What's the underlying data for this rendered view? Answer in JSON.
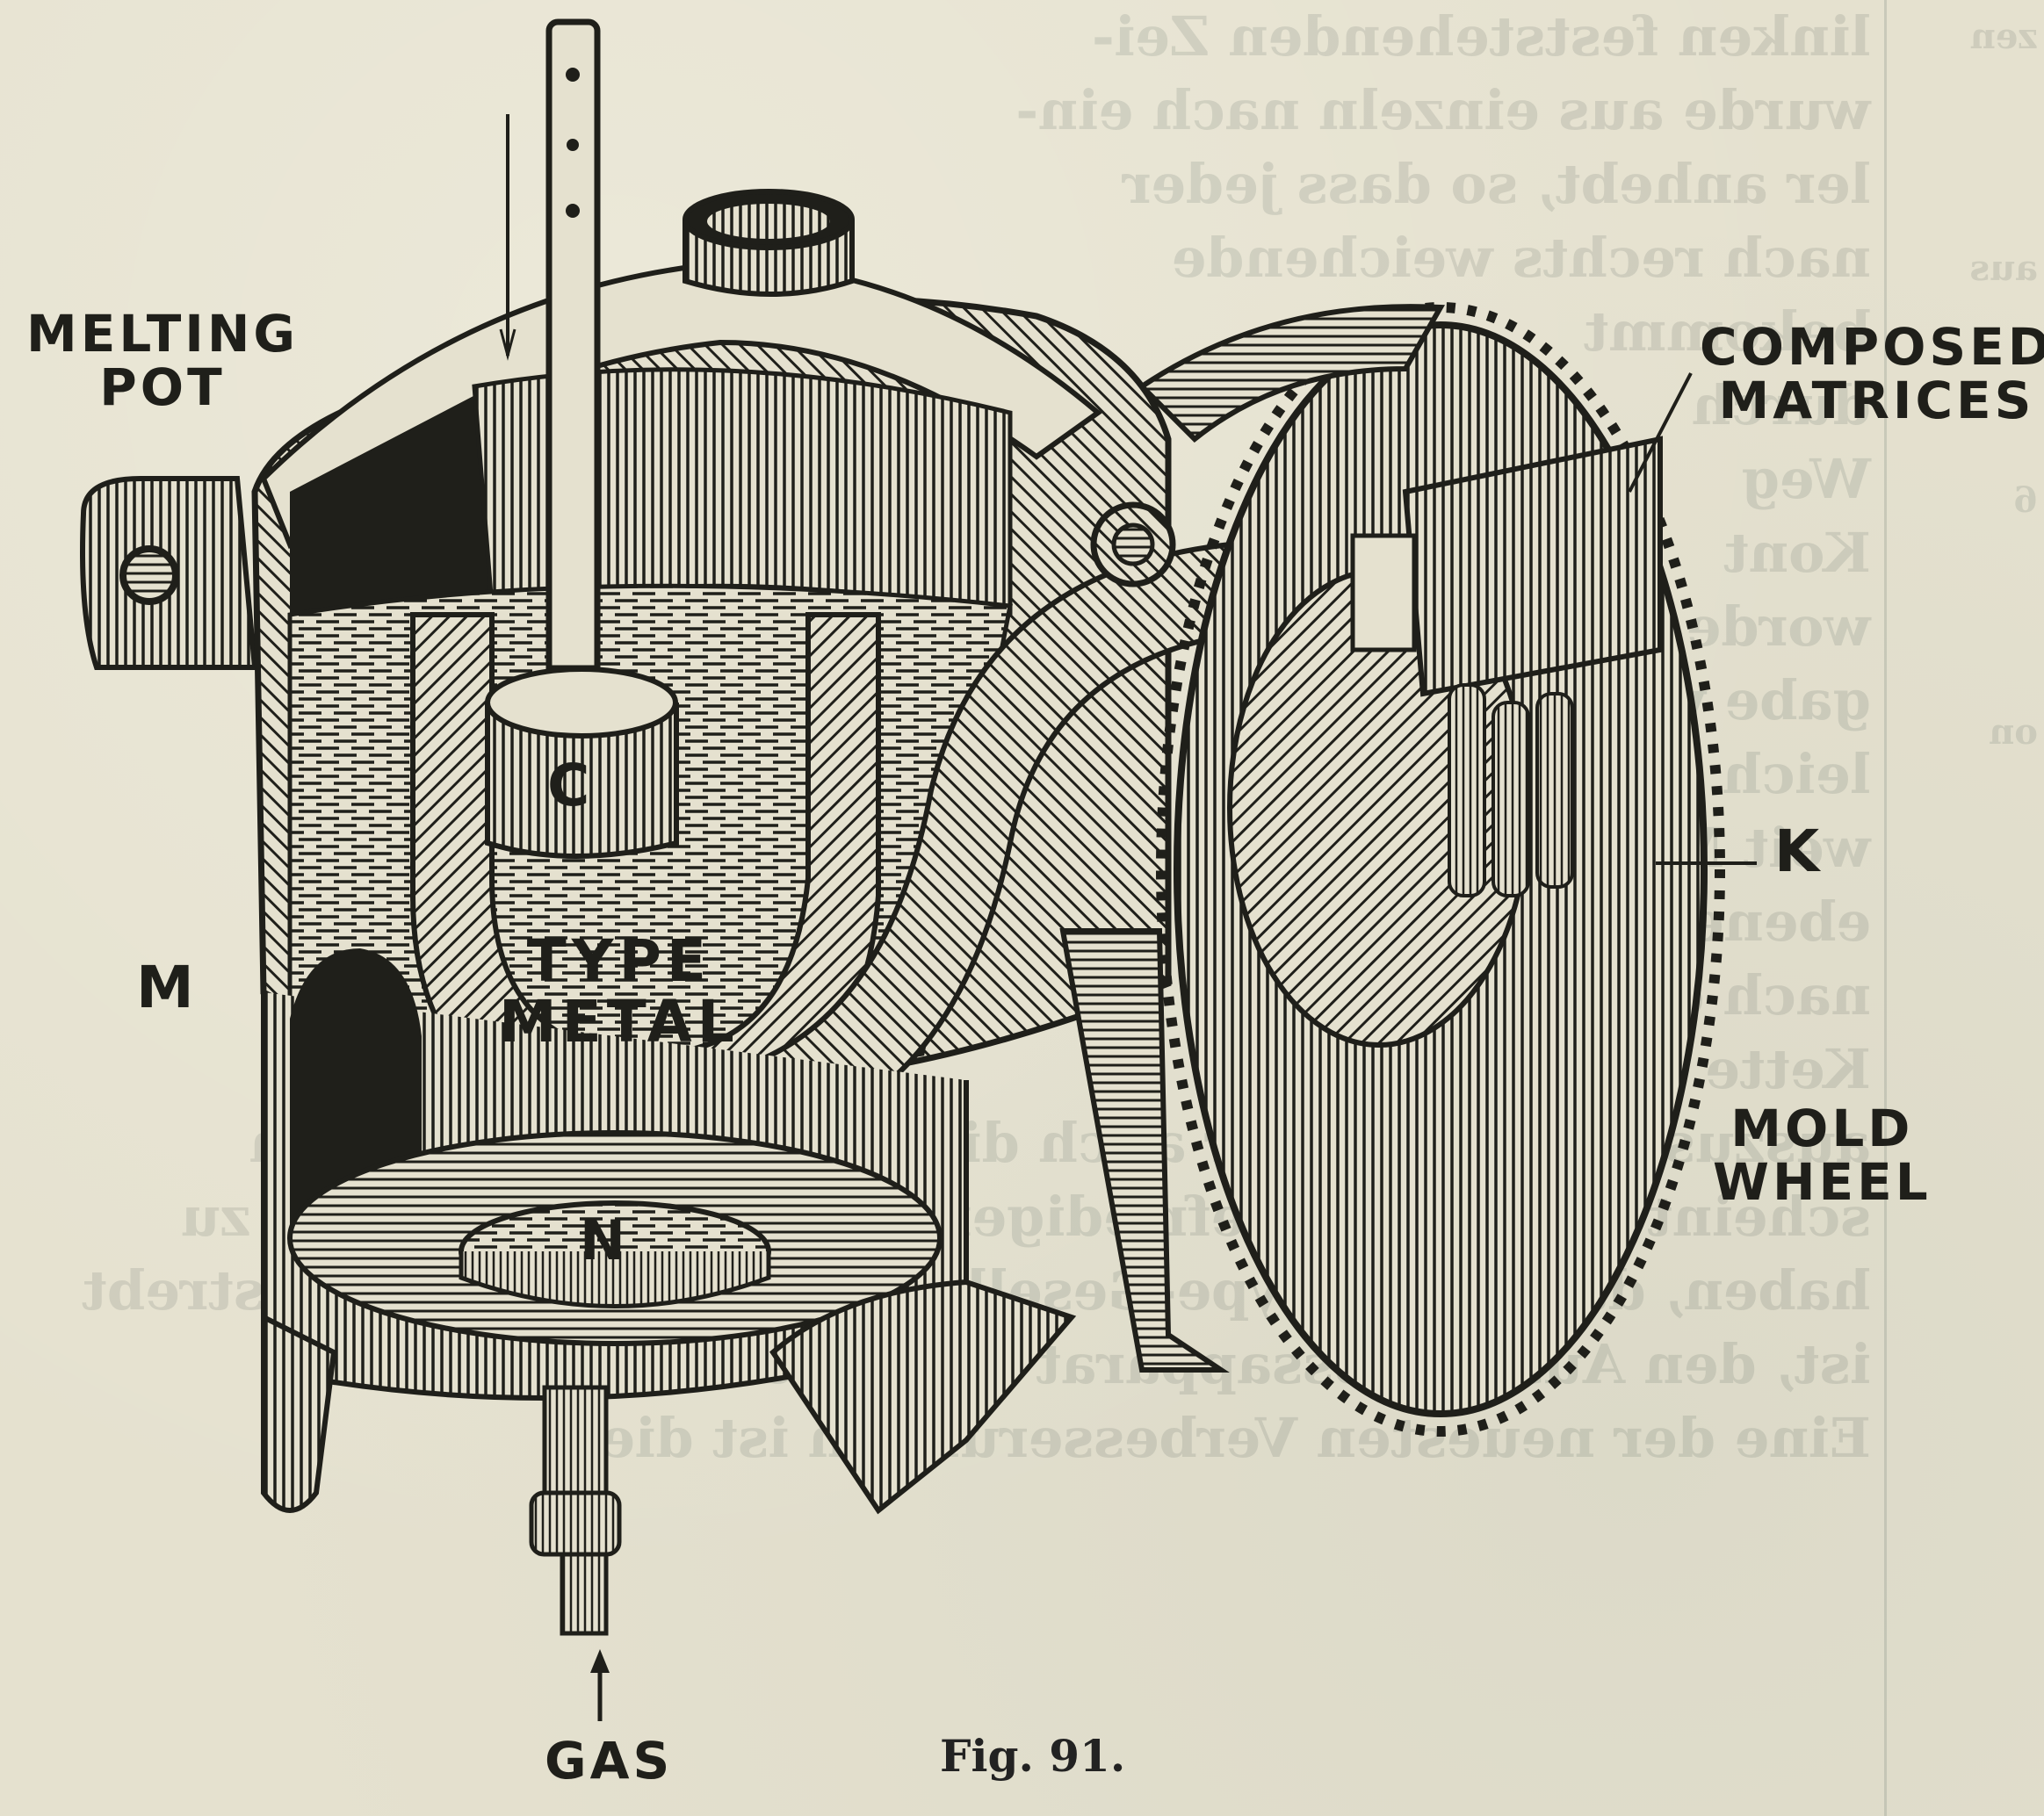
{
  "figure": {
    "caption": "Fig. 91.",
    "subject": "Linotype melting pot and mold wheel (cutaway)",
    "labels": {
      "melting_pot_line1": "MELTING",
      "melting_pot_line2": "POT",
      "composed_matrices_line1": "COMPOSED",
      "composed_matrices_line2": "MATRICES",
      "k": "K",
      "m": "M",
      "mold_wheel_line1": "MOLD",
      "mold_wheel_line2": "WHEEL",
      "gas": "GAS",
      "plunger": "C",
      "type_metal_line1": "TYPE",
      "type_metal_line2": "METAL",
      "burner": "N"
    }
  },
  "show_through_text": {
    "lines": [
      "linken feststehenden Zei-",
      "wurde aus einzeln nach ein-",
      "ler anhebt, so dass jeder",
      "nach rechts weichende",
      "bekommt",
      "durch",
      "Weg",
      "Kont",
      "worde                 wieder nach",
      "gabe           vorhanden         ver-",
      "leich           kunftig          so",
      "weit             Matrizen       dessen",
      "ebene           lebens      Schiene",
      "nach der          um die",
      "Kette             und fast",
      "auszuschliessen, aber auch die Ausschluss-Verfahren",
      "scheint noch nicht befriedigende Resultate geliefert zu",
      "haben, da die Linotype-Gesellschaft unausgesetzt bestrebt",
      "ist, den Ausschliessapparat zu verbessern.",
      "Eine der neuesten Verbesserungen ist die"
    ],
    "margin": [
      "zen",
      "aus",
      "6",
      "on"
    ]
  },
  "colors": {
    "paper": "#e5e1cf",
    "ink": "#1f1f1a"
  }
}
